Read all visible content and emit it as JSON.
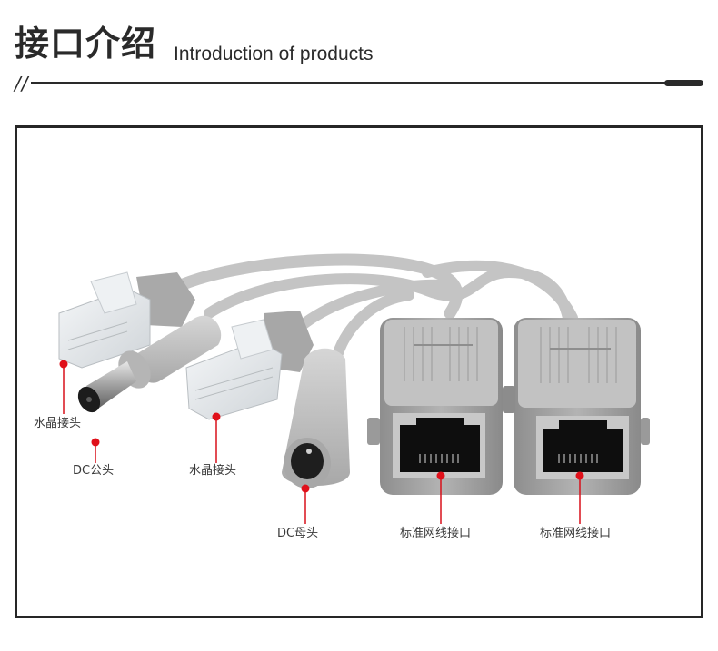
{
  "header": {
    "title_cn": "接口介绍",
    "title_en": "Introduction of products",
    "divider_prefix": "//"
  },
  "product_image": {
    "description": "Gray PoE splitter/injector cable set with RJ45 plugs, DC plugs and RJ45 female sockets",
    "colors": {
      "cable_gray": "#c9c9c9",
      "housing_gray": "#9a9a9a",
      "callout_red": "#e0101a",
      "frame_border": "#262626"
    }
  },
  "callouts": [
    {
      "id": "rj45-plug-1",
      "label": "水晶接头"
    },
    {
      "id": "dc-male",
      "label": "DC公头"
    },
    {
      "id": "rj45-plug-2",
      "label": "水晶接头"
    },
    {
      "id": "dc-female",
      "label": "DC母头"
    },
    {
      "id": "rj45-jack-1",
      "label": "标准网线接口"
    },
    {
      "id": "rj45-jack-2",
      "label": "标准网线接口"
    }
  ]
}
